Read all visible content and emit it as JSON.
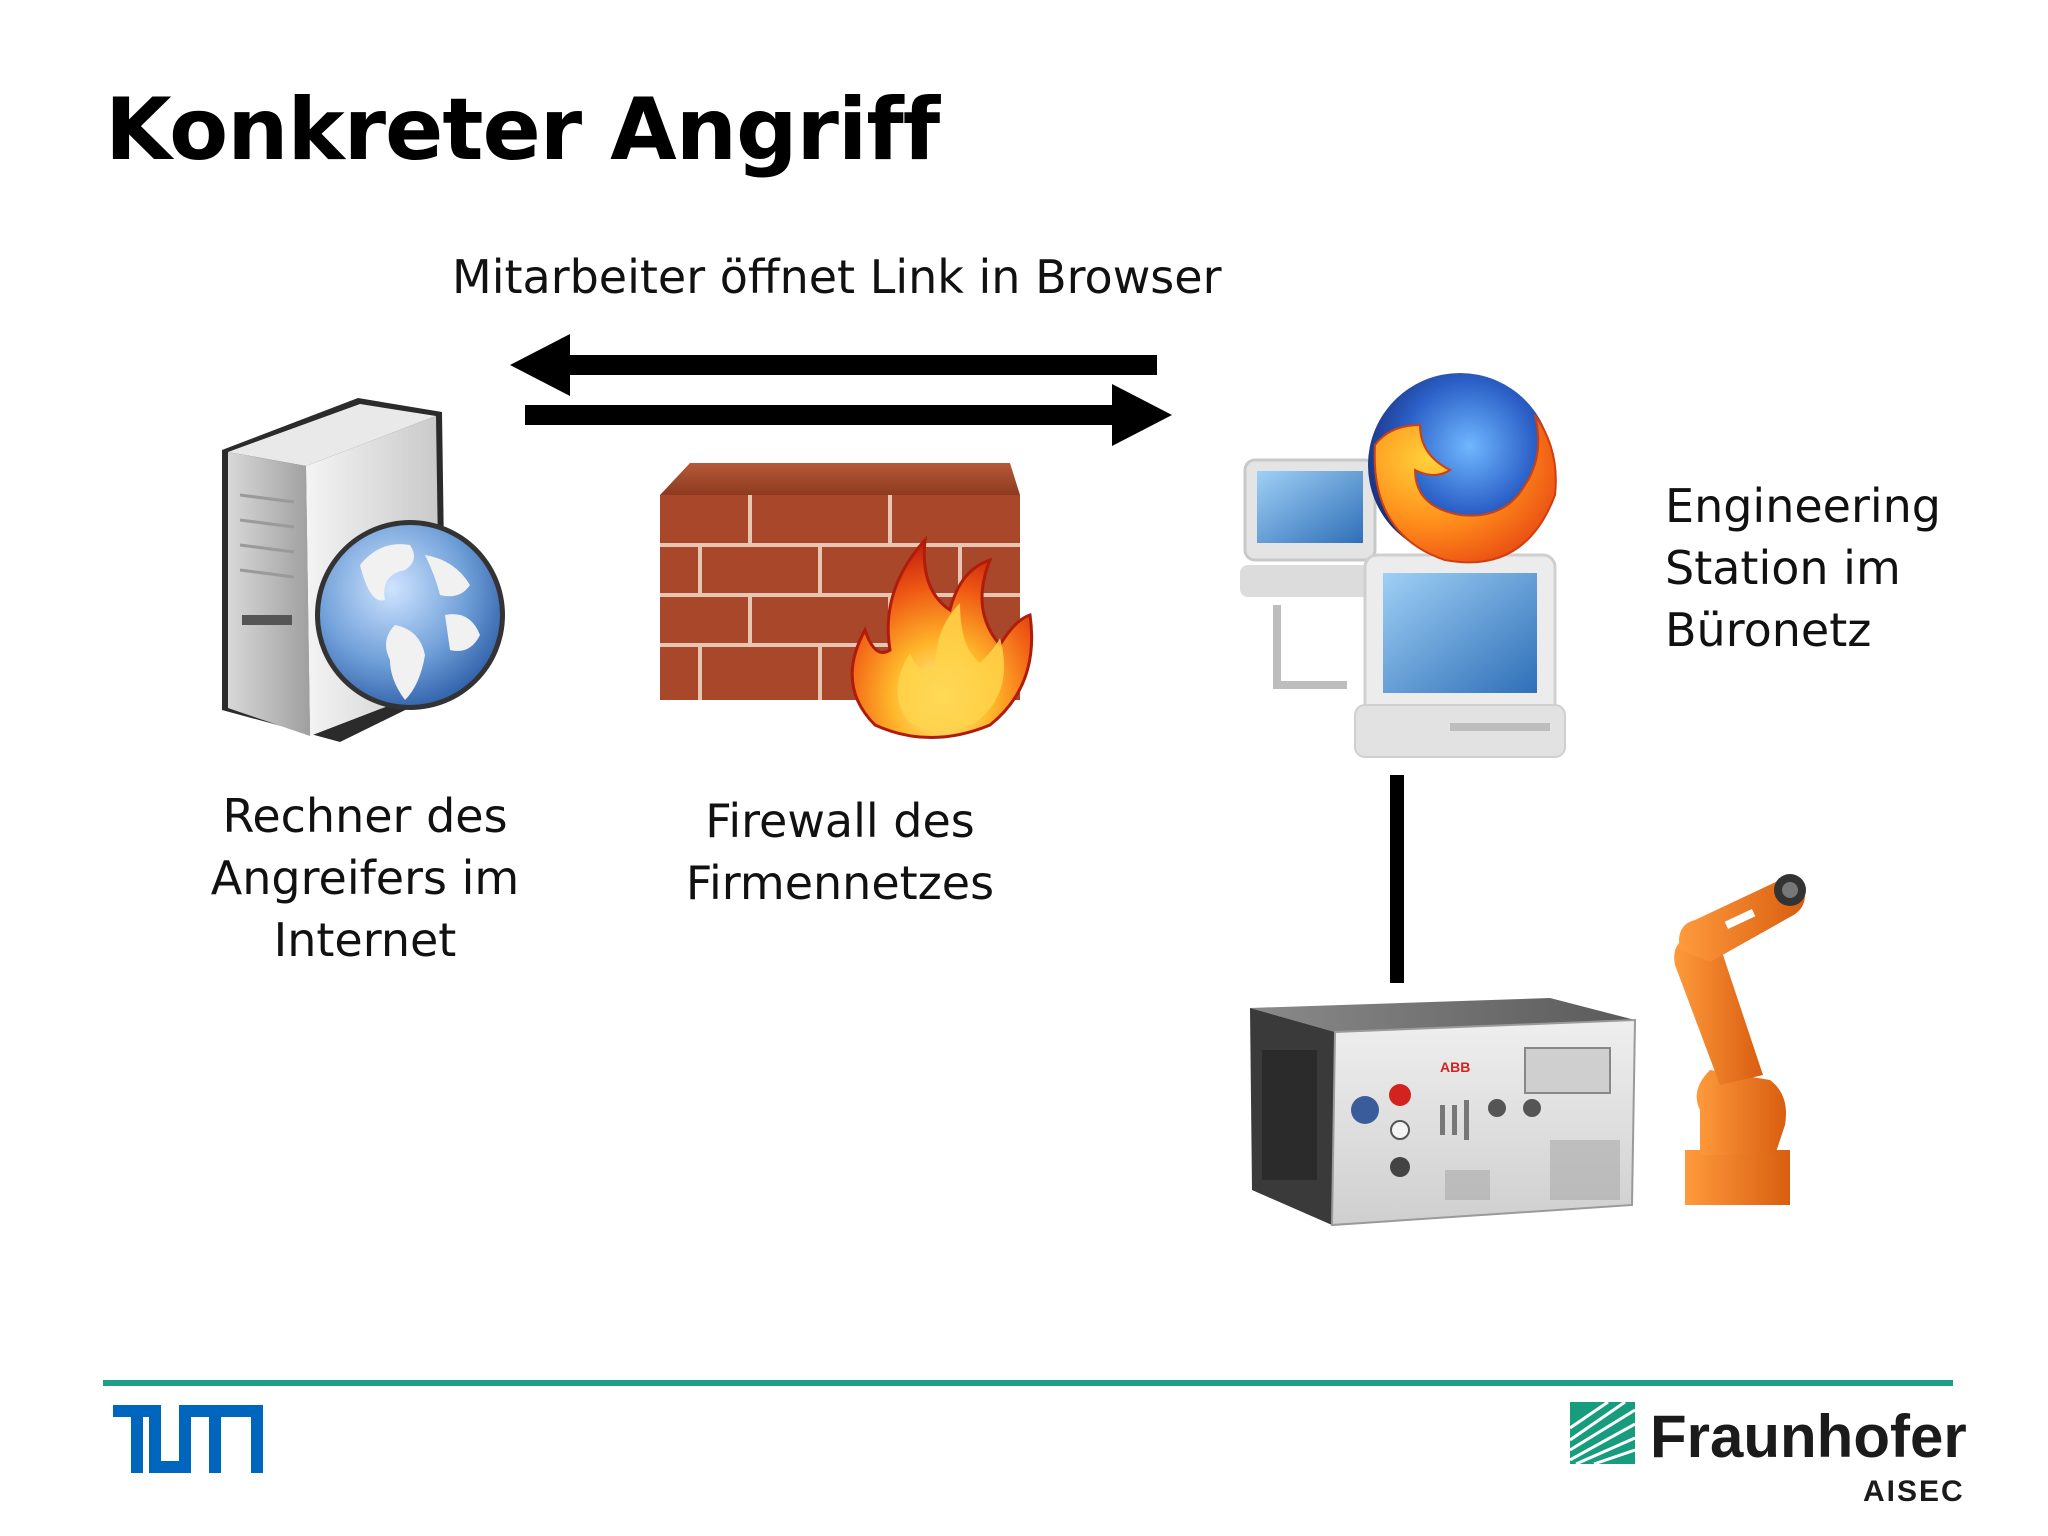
{
  "slide": {
    "title": "Konkreter Angriff"
  },
  "diagram": {
    "flow_label": "Mitarbeiter öffnet Link in Browser",
    "attacker": {
      "line1": "Rechner des",
      "line2": "Angreifers im",
      "line3": "Internet",
      "icon": "server-globe-icon"
    },
    "firewall": {
      "line1": "Firewall des",
      "line2": "Firmennetzes",
      "icon": "firewall-icon"
    },
    "station": {
      "line1": "Engineering",
      "line2": "Station im",
      "line3": "Büronetz",
      "icon": "workstation-browser-icon"
    },
    "controller": {
      "icon": "robot-controller-icon",
      "brand": "ABB"
    },
    "robot": {
      "icon": "industrial-robot-icon"
    }
  },
  "footer": {
    "left_logo": "TUM",
    "right_logo": "Fraunhofer",
    "right_sub": "AISEC"
  },
  "colors": {
    "rule": "#1f9c8a",
    "tum_blue": "#0065bd",
    "fraunhofer_green": "#179c7d",
    "robot_orange": "#f07a1e",
    "brick": "#a9472a"
  }
}
